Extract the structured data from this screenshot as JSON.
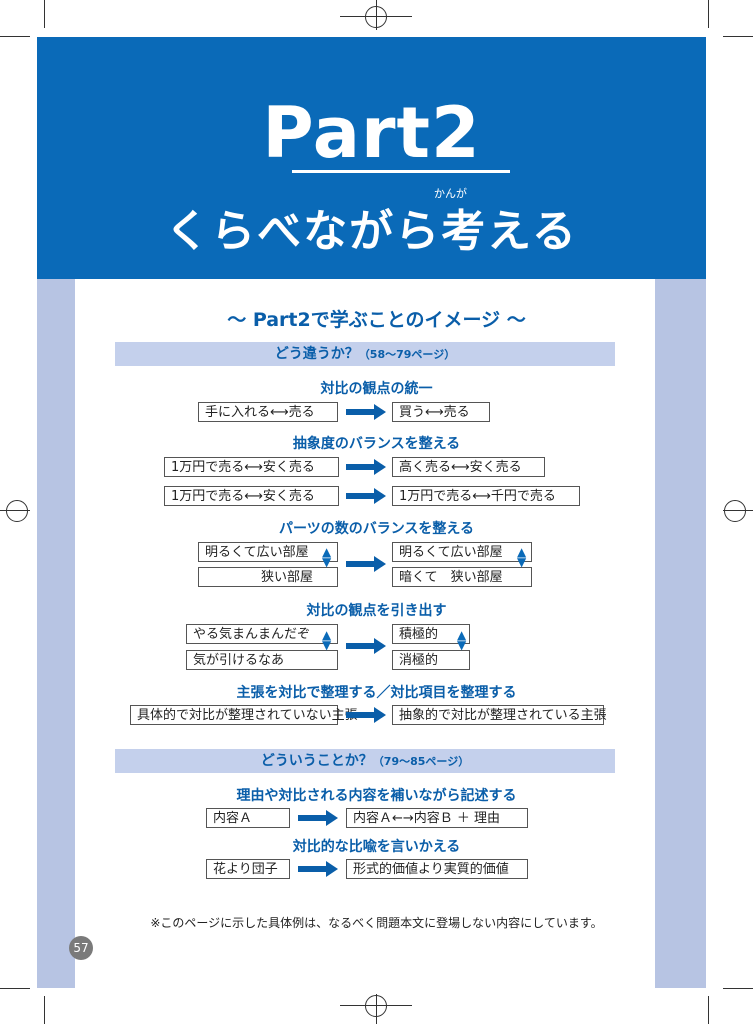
{
  "header": {
    "title_en": "Part2",
    "title_ja": "くらべながら考える",
    "title_ruby": "かんが"
  },
  "page_title": "〜 Part2で学ぶことのイメージ 〜",
  "section1": {
    "label": "どう違うか？",
    "pages": "（58〜79ページ）"
  },
  "section2": {
    "label": "どういうことか？",
    "pages": "（79〜85ページ）"
  },
  "headings": {
    "h1": "対比の観点の統一",
    "h2": "抽象度のバランスを整える",
    "h3": "パーツの数のバランスを整える",
    "h4": "対比の観点を引き出す",
    "h5": "主張を対比で整理する／対比項目を整理する",
    "h6": "理由や対比される内容を補いながら記述する",
    "h7": "対比的な比喩を言いかえる"
  },
  "boxes": {
    "b1l": "手に入れる⟷売る",
    "b1r": "買う⟷売る",
    "b2l": "1万円で売る⟷安く売る",
    "b2r": "高く売る⟷安く売る",
    "b3l": "1万円で売る⟷安く売る",
    "b3r": "1万円で売る⟷千円で売る",
    "b4l1": "明るくて広い部屋",
    "b4l2": "狭い部屋",
    "b4r1": "明るくて広い部屋",
    "b4r2": "暗くて　狭い部屋",
    "b5l1": "やる気まんまんだぞ",
    "b5l2": "気が引けるなあ",
    "b5r1": "積極的",
    "b5r2": "消極的",
    "b6l": "具体的で対比が整理されていない主張",
    "b6r": "抽象的で対比が整理されている主張",
    "b7l": "内容Ａ",
    "b7r": "内容Ａ←→内容Ｂ ＋ 理由",
    "b8l": "花より団子",
    "b8r": "形式的価値より実質的価値"
  },
  "swap_glyph": "▲▼",
  "note": "※このページに示した具体例は、なるべく問題本文に登場しない内容にしています。",
  "page_number": "57",
  "colors": {
    "brand_blue": "#0a6ab8",
    "sidebar": "#b7c4e3",
    "section_bar": "#c4d0ec"
  }
}
